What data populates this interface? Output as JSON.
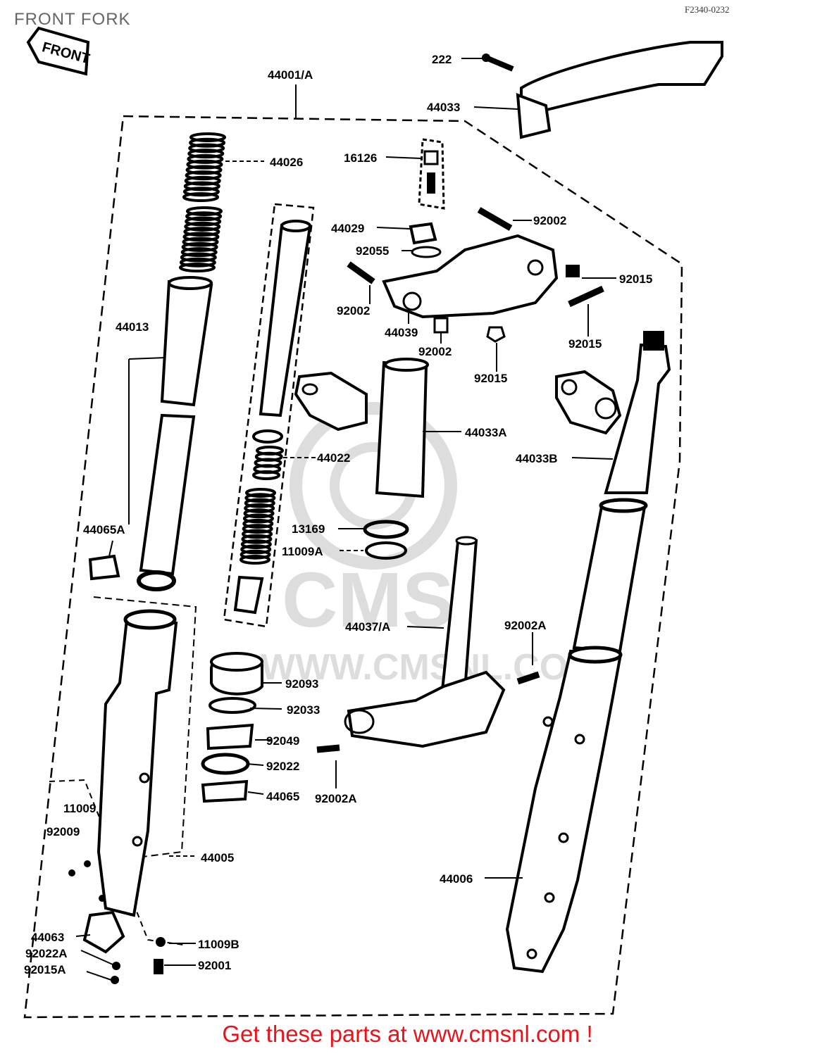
{
  "header": {
    "title": "FRONT FORK",
    "code": "F2340-0232",
    "front_tag": "FRONT"
  },
  "watermark": {
    "brand": "CMS",
    "url": "WWW.CMSNL.COM"
  },
  "footer": {
    "promo": "Get these parts at www.cmsnl.com !",
    "promo_color": "#e8141a"
  },
  "parts": [
    {
      "id": "p222",
      "label": "222"
    },
    {
      "id": "p44001",
      "label": "44001/A"
    },
    {
      "id": "p44033",
      "label": "44033"
    },
    {
      "id": "p44026",
      "label": "44026"
    },
    {
      "id": "p16126",
      "label": "16126"
    },
    {
      "id": "p44029",
      "label": "44029"
    },
    {
      "id": "p92002a",
      "label": "92002"
    },
    {
      "id": "p92055",
      "label": "92055"
    },
    {
      "id": "p92015a",
      "label": "92015"
    },
    {
      "id": "p92002b",
      "label": "92002"
    },
    {
      "id": "p44039",
      "label": "44039"
    },
    {
      "id": "p92015b",
      "label": "92015"
    },
    {
      "id": "p92002c",
      "label": "92002"
    },
    {
      "id": "p44013",
      "label": "44013"
    },
    {
      "id": "p92015c",
      "label": "92015"
    },
    {
      "id": "p44033A",
      "label": "44033A"
    },
    {
      "id": "p44033B",
      "label": "44033B"
    },
    {
      "id": "p44022",
      "label": "44022"
    },
    {
      "id": "p44065A",
      "label": "44065A"
    },
    {
      "id": "p13169",
      "label": "13169"
    },
    {
      "id": "p11009A",
      "label": "11009A"
    },
    {
      "id": "p44037",
      "label": "44037/A"
    },
    {
      "id": "p92002A1",
      "label": "92002A"
    },
    {
      "id": "p92093",
      "label": "92093"
    },
    {
      "id": "p92033",
      "label": "92033"
    },
    {
      "id": "p92049",
      "label": "92049"
    },
    {
      "id": "p92022",
      "label": "92022"
    },
    {
      "id": "p44065",
      "label": "44065"
    },
    {
      "id": "p92002A2",
      "label": "92002A"
    },
    {
      "id": "p11009",
      "label": "11009"
    },
    {
      "id": "p92009",
      "label": "92009"
    },
    {
      "id": "p44005",
      "label": "44005"
    },
    {
      "id": "p44006",
      "label": "44006"
    },
    {
      "id": "p44063",
      "label": "44063"
    },
    {
      "id": "p92022A",
      "label": "92022A"
    },
    {
      "id": "p92015A",
      "label": "92015A"
    },
    {
      "id": "p11009B",
      "label": "11009B"
    },
    {
      "id": "p92001",
      "label": "92001"
    }
  ]
}
